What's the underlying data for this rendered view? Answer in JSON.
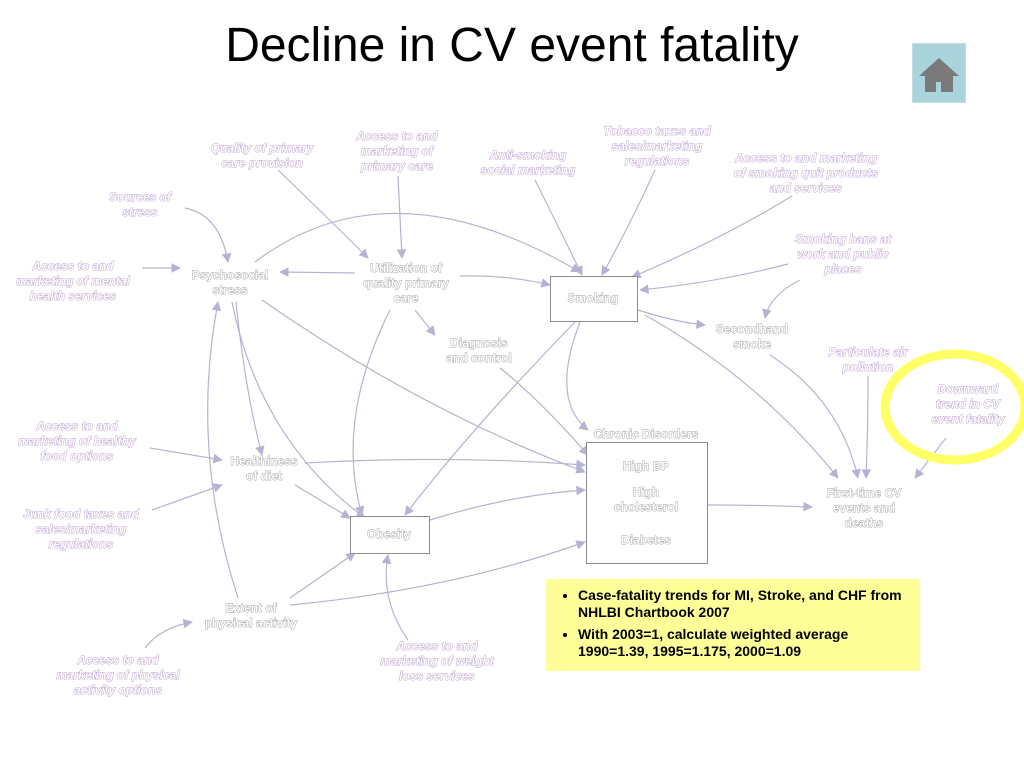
{
  "title": "Decline in CV event fatality",
  "home_icon": "home-icon",
  "nodes": {
    "quality_primary_care": "Quality of primary\ncare provision",
    "access_primary_care": "Access to and\nmarketing of\nprimary care",
    "anti_smoking": "Anti-smoking\nsocial marketing",
    "tobacco_taxes": "Tobacco taxes and\nsales/marketing\nregulations",
    "access_quit_products": "Access to and marketing\nof smoking quit products\nand services",
    "sources_stress": "Sources of\nstress",
    "smoking_bans": "Smoking bans at\nwork and public\nplaces",
    "access_mental_health": "Access to and\nmarketing of mental\nhealth services",
    "psychosocial_stress": "Psychosocial\nstress",
    "utilization_primary_care": "Utilization of\nquality primary\ncare",
    "smoking": "Smoking",
    "secondhand_smoke": "Secondhand\nsmoke",
    "diagnosis_control": "Diagnosis\nand control",
    "particulate_pollution": "Particulate air\npollution",
    "downward_trend": "Downward\ntrend in CV\nevent fatality",
    "access_healthy_food": "Access to and\nmarketing of healthy\nfood options",
    "chronic_disorders": "Chronic Disorders",
    "high_bp": "High BP",
    "high_cholesterol": "High\ncholesterol",
    "diabetes": "Diabetes",
    "healthiness_diet": "Healthiness\nof diet",
    "first_time_cv": "First-time CV\nevents and\ndeaths",
    "junk_food_taxes": "Junk food taxes and\nsales/marketing\nregulations",
    "obesity": "Obesity",
    "extent_activity": "Extent of\nphysical activity",
    "access_weight_loss": "Access to and\nmarketing of weight\nloss services",
    "access_physical_activity": "Access to and\nmarketing of physical\nactivity options"
  },
  "note": {
    "bullets": [
      "Case-fatality trends for MI, Stroke, and CHF from NHLBI Chartbook 2007",
      "With 2003=1, calculate weighted average 1990=1.39, 1995=1.175, 2000=1.09"
    ]
  },
  "colors": {
    "arrow": "#b4b4d2",
    "ellipse": "#ffff66",
    "note_bg": "#ffff99",
    "home_bg": "#a9d4dc"
  }
}
